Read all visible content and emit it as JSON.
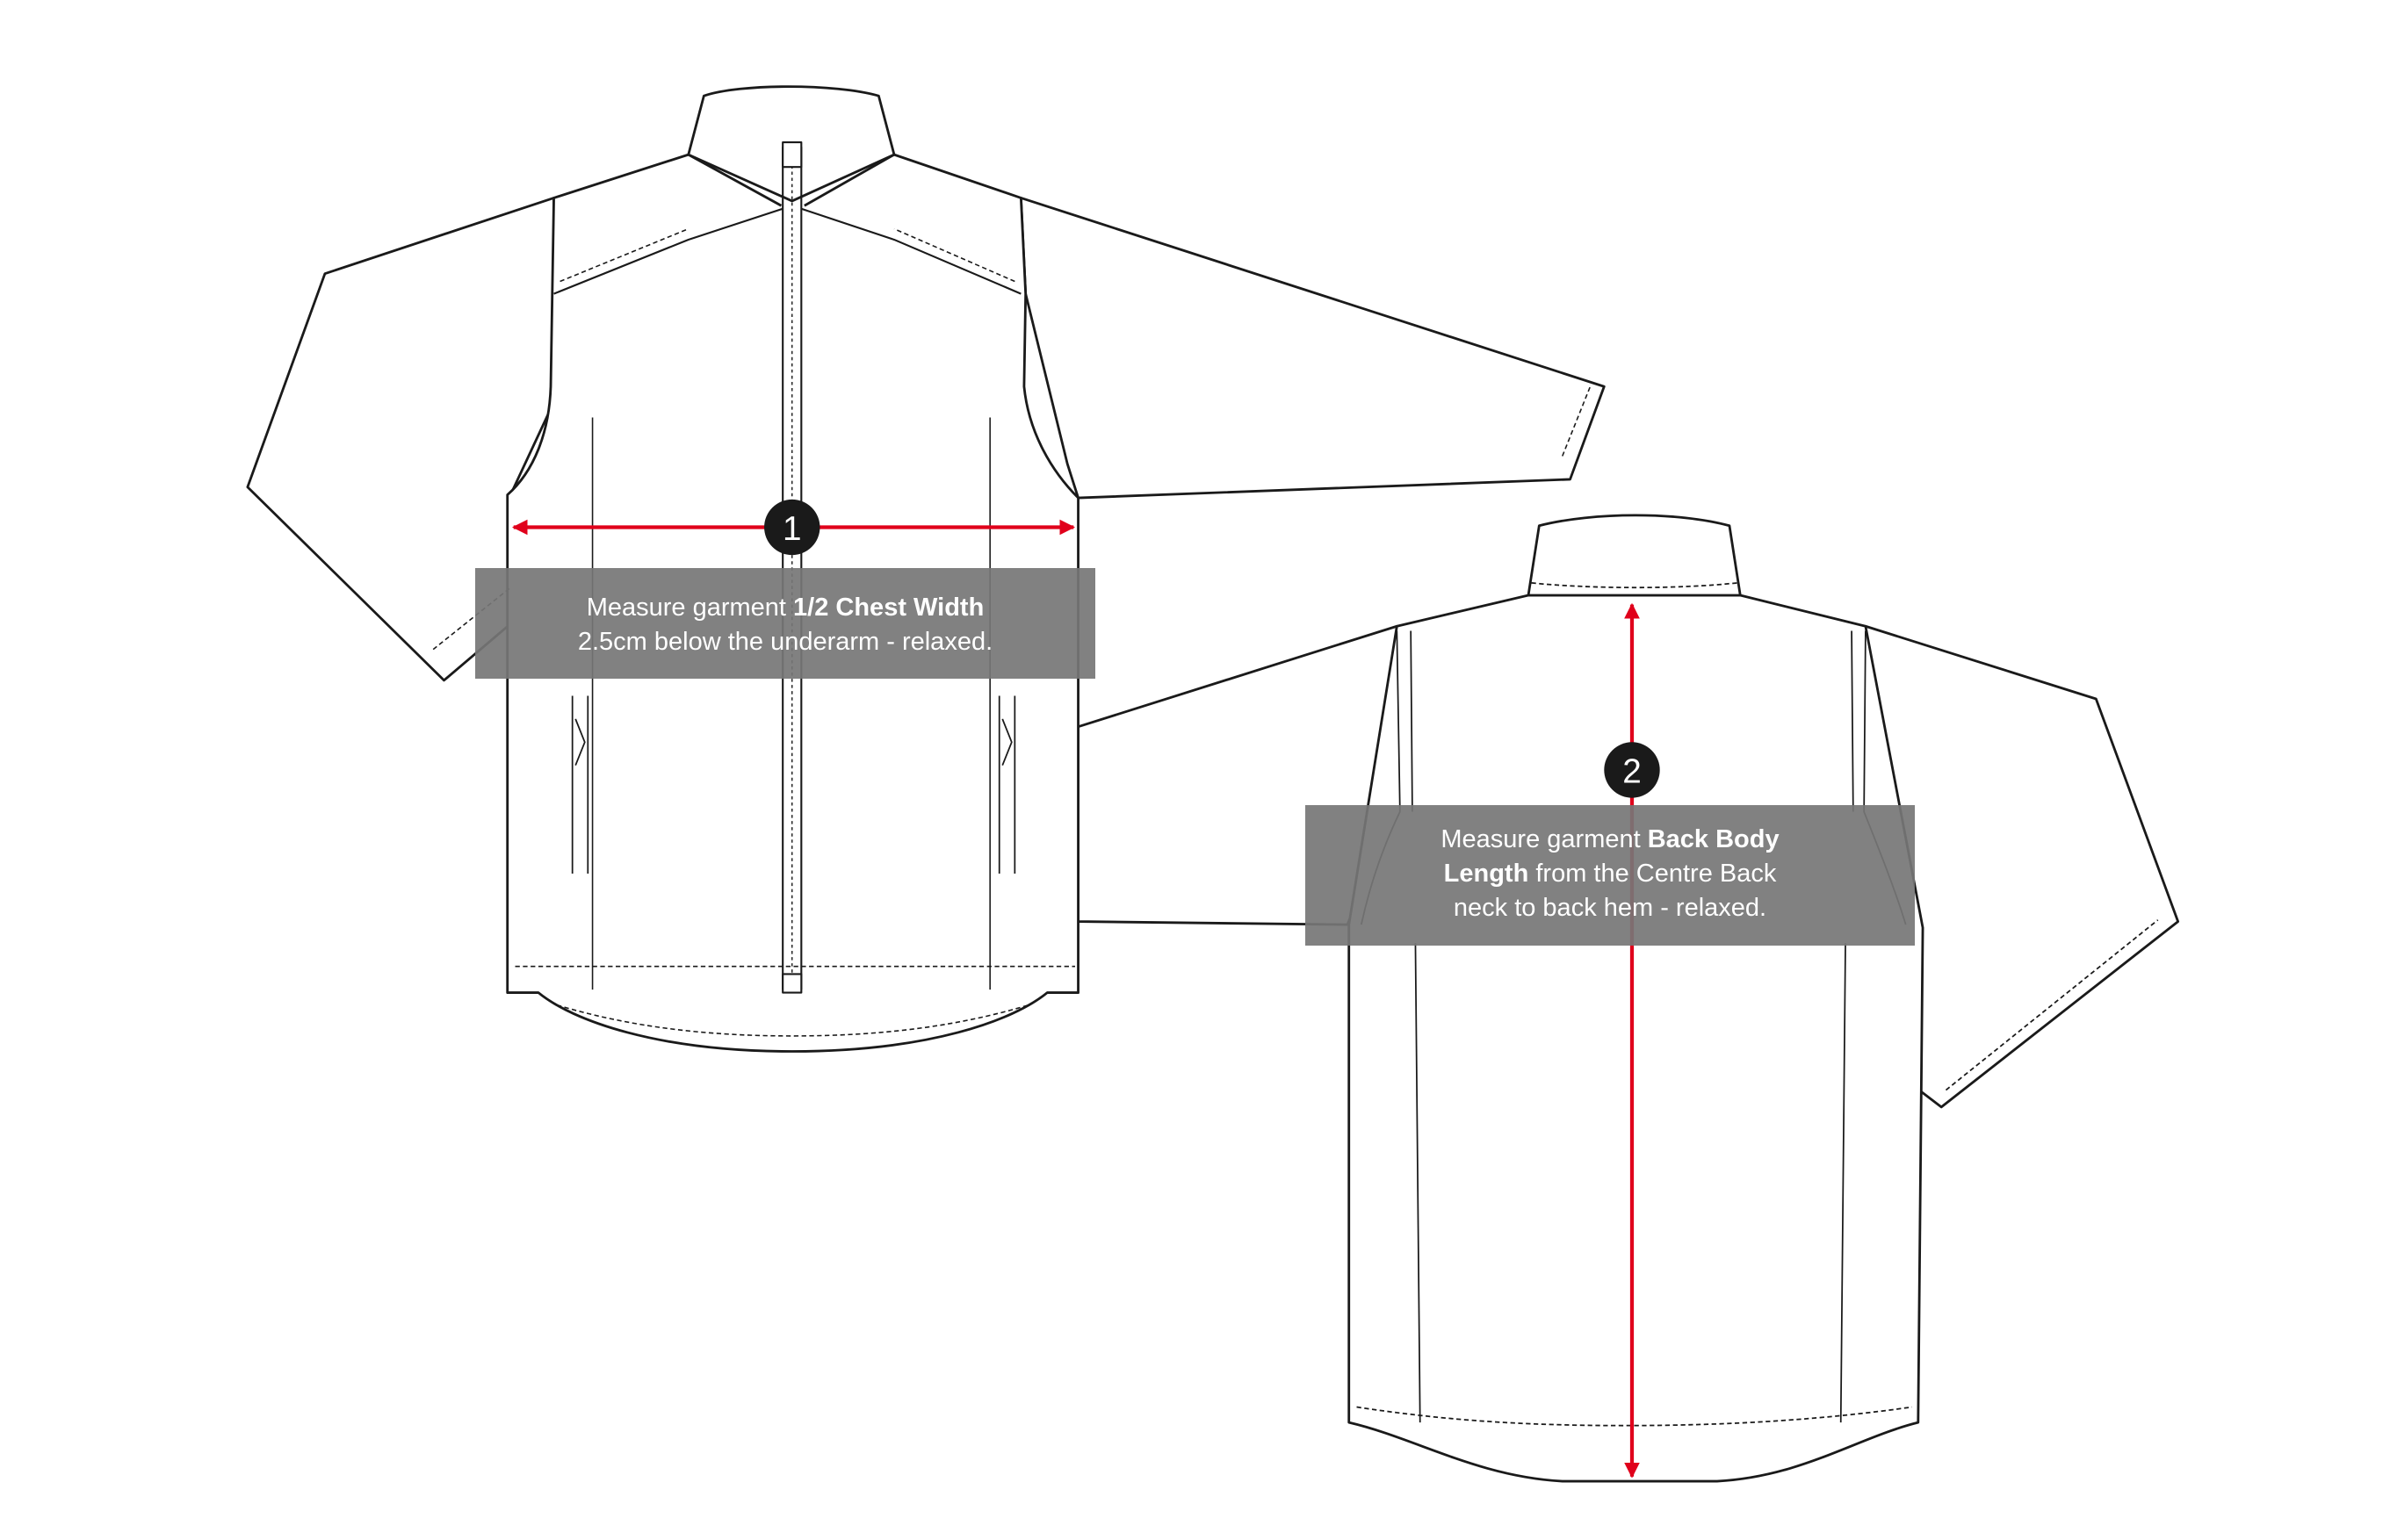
{
  "colors": {
    "line": "#1a1a1a",
    "measure_arrow": "#e0001b",
    "caption_bg": "#767676",
    "badge_bg": "#1a1a1a"
  },
  "front_view": {
    "badge": "1",
    "caption": {
      "prefix": "Measure garment ",
      "bold": "1/2 Chest Width",
      "line2": "2.5cm below the underarm - relaxed."
    }
  },
  "back_view": {
    "badge": "2",
    "caption": {
      "prefix": "Measure garment ",
      "bold1": "Back Body",
      "bold2": "Length",
      "rest2": " from the Centre Back",
      "line3": "neck to back hem - relaxed."
    }
  }
}
